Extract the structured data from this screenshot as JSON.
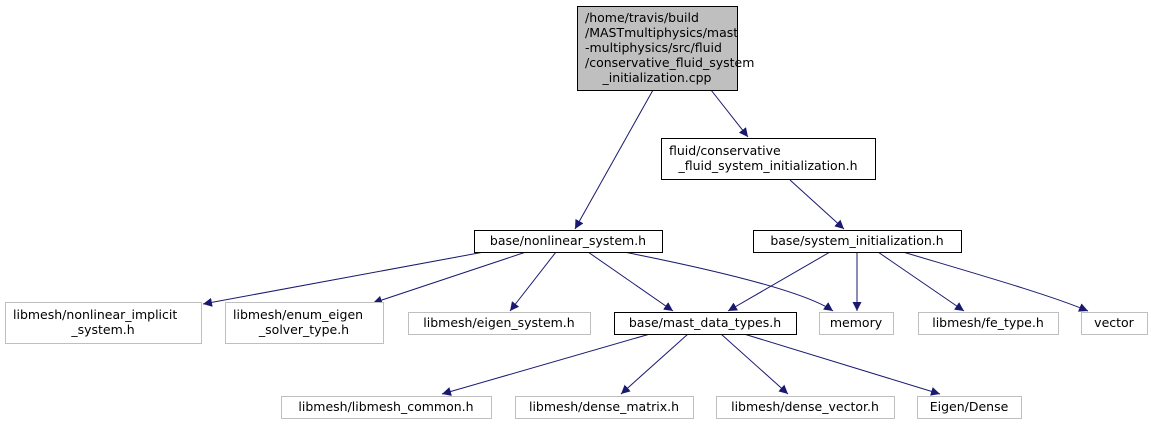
{
  "diagram": {
    "colors": {
      "focus_fill": "#bfbfbf",
      "node_border": "#000000",
      "external_border": "#bfbfbf",
      "edge": "#191970",
      "text": "#000000"
    },
    "nodes": {
      "root": {
        "lines": [
          "/home/travis/build",
          "/MASTmultiphysics/mast",
          "-multiphysics/src/fluid",
          "/conservative_fluid_system",
          "_initialization.cpp"
        ],
        "style": "focus"
      },
      "cfsi_h": {
        "lines": [
          "fluid/conservative",
          "_fluid_system_initialization.h"
        ],
        "style": "internal"
      },
      "nonlinear_system": {
        "lines": [
          "base/nonlinear_system.h"
        ],
        "style": "internal"
      },
      "system_initialization": {
        "lines": [
          "base/system_initialization.h"
        ],
        "style": "internal"
      },
      "nonlinear_implicit": {
        "lines": [
          "libmesh/nonlinear_implicit",
          "_system.h"
        ],
        "style": "external"
      },
      "enum_eigen": {
        "lines": [
          "libmesh/enum_eigen",
          "_solver_type.h"
        ],
        "style": "external"
      },
      "eigen_system": {
        "lines": [
          "libmesh/eigen_system.h"
        ],
        "style": "external"
      },
      "mast_data_types": {
        "lines": [
          "base/mast_data_types.h"
        ],
        "style": "internal"
      },
      "memory": {
        "lines": [
          "memory"
        ],
        "style": "external"
      },
      "fe_type": {
        "lines": [
          "libmesh/fe_type.h"
        ],
        "style": "external"
      },
      "vector": {
        "lines": [
          "vector"
        ],
        "style": "external"
      },
      "libmesh_common": {
        "lines": [
          "libmesh/libmesh_common.h"
        ],
        "style": "external"
      },
      "dense_matrix": {
        "lines": [
          "libmesh/dense_matrix.h"
        ],
        "style": "external"
      },
      "dense_vector": {
        "lines": [
          "libmesh/dense_vector.h"
        ],
        "style": "external"
      },
      "eigen_dense": {
        "lines": [
          "Eigen/Dense"
        ],
        "style": "external"
      }
    },
    "edges": [
      [
        "root",
        "nonlinear_system"
      ],
      [
        "root",
        "cfsi_h"
      ],
      [
        "cfsi_h",
        "system_initialization"
      ],
      [
        "nonlinear_system",
        "nonlinear_implicit"
      ],
      [
        "nonlinear_system",
        "enum_eigen"
      ],
      [
        "nonlinear_system",
        "eigen_system"
      ],
      [
        "nonlinear_system",
        "mast_data_types"
      ],
      [
        "nonlinear_system",
        "memory"
      ],
      [
        "system_initialization",
        "mast_data_types"
      ],
      [
        "system_initialization",
        "memory"
      ],
      [
        "system_initialization",
        "fe_type"
      ],
      [
        "system_initialization",
        "vector"
      ],
      [
        "mast_data_types",
        "libmesh_common"
      ],
      [
        "mast_data_types",
        "dense_matrix"
      ],
      [
        "mast_data_types",
        "dense_vector"
      ],
      [
        "mast_data_types",
        "eigen_dense"
      ]
    ]
  }
}
